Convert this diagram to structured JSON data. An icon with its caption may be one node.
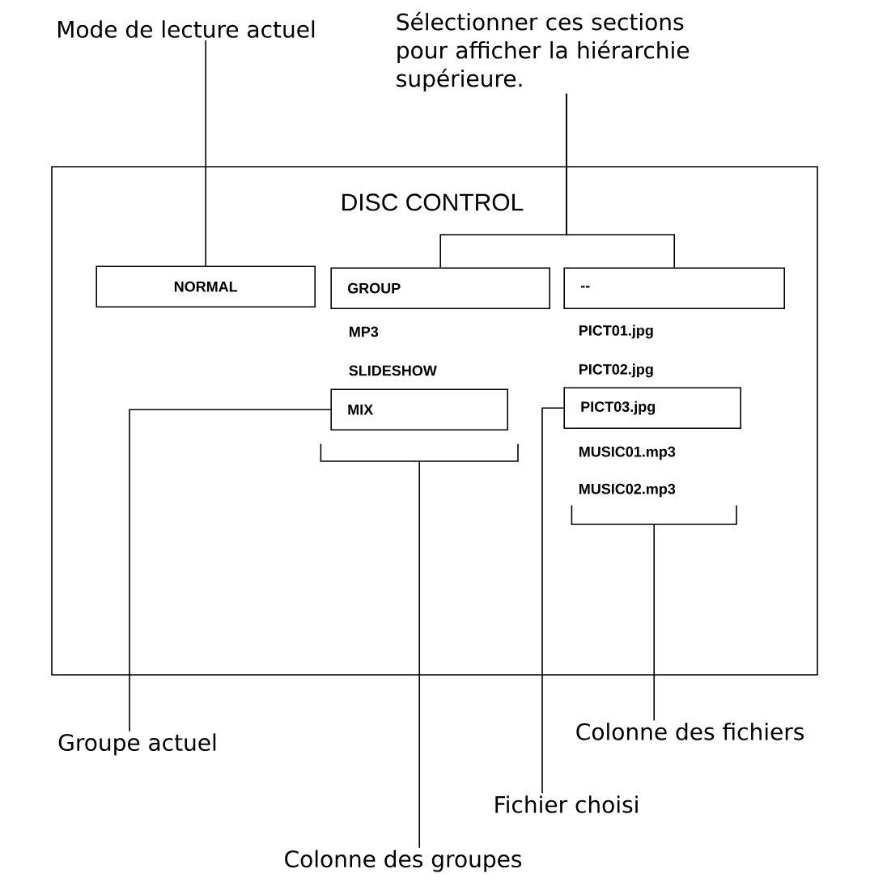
{
  "diagram": {
    "nodes": [
      {
        "text": [
          "DISC CONTROL"
        ]
      },
      {
        "text": [
          "NORMAL"
        ],
        "in": 0
      },
      {
        "text": [
          "GROUP"
        ],
        "in": 0
      },
      {
        "text": [
          "--"
        ],
        "in": 0
      },
      {
        "text": [
          "MIX"
        ],
        "in": 0
      },
      {
        "text": [
          "PICT03.jpg"
        ],
        "in": 0
      },
      {
        "text": [
          "Mode de lecture actuel"
        ]
      },
      {
        "text": [
          "Sélectionner ces sections pour afficher la hiérarchie supérieure."
        ]
      },
      {
        "text": [
          "Groupe actuel"
        ]
      },
      {
        "text": [
          "Colonne des groupes"
        ]
      },
      {
        "text": [
          "Fichier choisi"
        ]
      },
      {
        "text": [
          "Colonne des fichiers"
        ]
      },
      {
        "text": [],
        "shape": "bracket",
        "in": 0
      },
      {
        "text": [],
        "shape": "bracket",
        "in": 0
      }
    ],
    "edges": [
      {
        "from": 6,
        "to": 1,
        "arrow": "none"
      },
      {
        "from": 7,
        "to": 2,
        "arrow": "none"
      },
      {
        "from": 7,
        "to": 3,
        "arrow": "none"
      },
      {
        "from": 8,
        "to": 4,
        "arrow": "none"
      },
      {
        "from": 9,
        "to": 12,
        "arrow": "none"
      },
      {
        "from": 10,
        "to": 5,
        "arrow": "none"
      },
      {
        "from": 11,
        "to": 13,
        "arrow": "none"
      }
    ],
    "labels": [
      "MP3",
      "PICT01.jpg",
      "SLIDESHOW",
      "PICT02.jpg",
      "MUSIC01.mp3",
      "MUSIC02.mp3"
    ]
  }
}
